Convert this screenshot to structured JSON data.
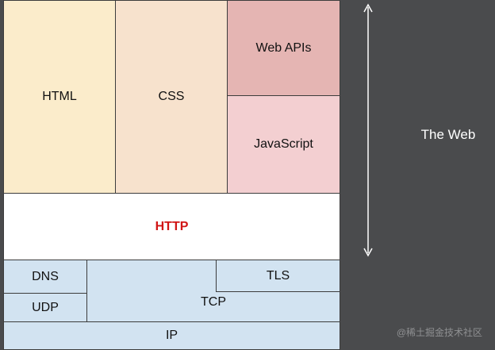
{
  "layers": {
    "html": "HTML",
    "css": "CSS",
    "web_apis": "Web APIs",
    "javascript": "JavaScript",
    "http": "HTTP",
    "dns": "DNS",
    "udp": "UDP",
    "tcp": "TCP",
    "tls": "TLS",
    "ip": "IP"
  },
  "side_label": "The Web",
  "watermark": "@稀土掘金技术社区",
  "colors": {
    "background": "#4a4b4d",
    "html": "#fbeccb",
    "css": "#f7e2cd",
    "web_apis": "#e5b5b3",
    "javascript": "#f3cfd1",
    "http_bg": "#ffffff",
    "http_text": "#d11515",
    "network": "#d2e3f1"
  }
}
